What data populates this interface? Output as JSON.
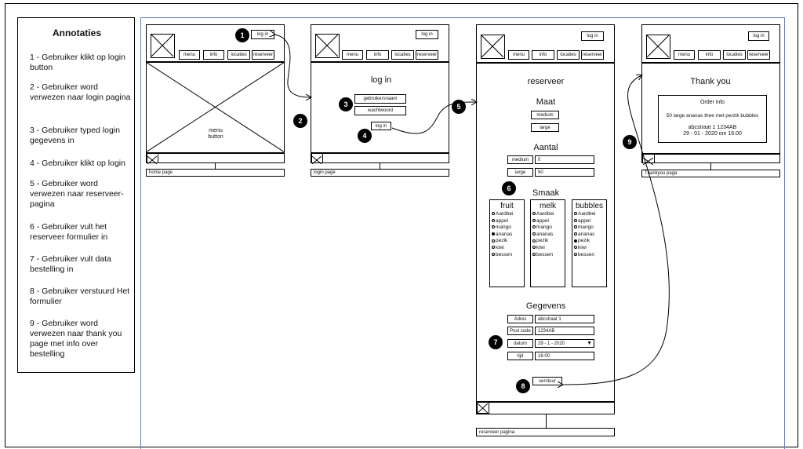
{
  "annotations": {
    "title": "Annotaties",
    "items": [
      "1 - Gebruiker klikt op login button",
      "2 - Gebruiker word verwezen naar login pagina",
      "3 - Gebruiker typed login gegevens in",
      "4 - Gebruiker klikt op login",
      "5 - Gebruiker word verwezen naar  reserveer-pagina",
      "6 - Gebruiker vult het reserveer formulier in",
      "7 - Gebruiker vult data bestelling in",
      "8 - Gebruiker verstuurd Het formulier",
      "9 - Gebruiker word verwezen naar thank you page met info over bestelling"
    ]
  },
  "nav": {
    "login": "log in",
    "menu": "menu",
    "info": "info",
    "locaties": "locaties",
    "reserveer": "reserveer"
  },
  "badges": [
    "1",
    "2",
    "3",
    "4",
    "5",
    "6",
    "7",
    "8",
    "9"
  ],
  "home": {
    "hero_label_1": "menu",
    "hero_label_2": "button",
    "caption": "home page"
  },
  "login_page": {
    "title": "log in",
    "username": "gebruikersnaam",
    "password": "wachtwoord",
    "button": "log in",
    "caption": "login page"
  },
  "reserveer": {
    "title": "reserveer",
    "maat": {
      "heading": "Maat",
      "options": [
        "medium",
        "large"
      ]
    },
    "aantal": {
      "heading": "Aantal",
      "rows": [
        {
          "label": "medium",
          "value": "0"
        },
        {
          "label": "large",
          "value": "50"
        }
      ]
    },
    "smaak": {
      "heading": "Smaak",
      "columns": [
        {
          "title": "fruit",
          "options": [
            "Aardbei",
            "appel",
            "mango",
            "ananas",
            "pezik",
            "kiwi",
            "bessen"
          ],
          "selected": 3
        },
        {
          "title": "melk",
          "options": [
            "Aardbei",
            "appel",
            "mango",
            "ananas",
            "pezik",
            "kiwi",
            "bessen"
          ],
          "selected": -1
        },
        {
          "title": "bubbles",
          "options": [
            "Aardbei",
            "appel",
            "mango",
            "ananas",
            "pezik",
            "kiwi",
            "bessen"
          ],
          "selected": 4
        }
      ]
    },
    "gegevens": {
      "heading": "Gegevens",
      "rows": [
        {
          "label": "Adres",
          "value": "abcstraat 1"
        },
        {
          "label": "Post code",
          "value": "1234AB"
        },
        {
          "label": "datum",
          "value": "29 - 1 - 2020"
        },
        {
          "label": "tijd",
          "value": "16:00"
        }
      ]
    },
    "submit": "verstuur",
    "caption": "reserveer pagina"
  },
  "thankyou": {
    "title": "Thank you",
    "order_title": "Order info",
    "order_line": "50 large ananas thee met perzik bubbles",
    "address": "abcstraat 1 1234AB",
    "date": "29 - 01 - 2020 om 16:00",
    "caption": "Thankyou paga"
  }
}
